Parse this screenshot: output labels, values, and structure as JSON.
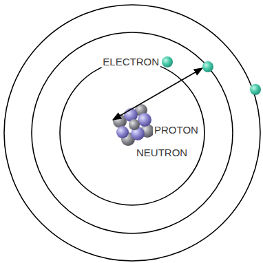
{
  "diagram": {
    "labels": [
      "ELECTRON",
      "PROTON",
      "NEUTRON"
    ]
  }
}
